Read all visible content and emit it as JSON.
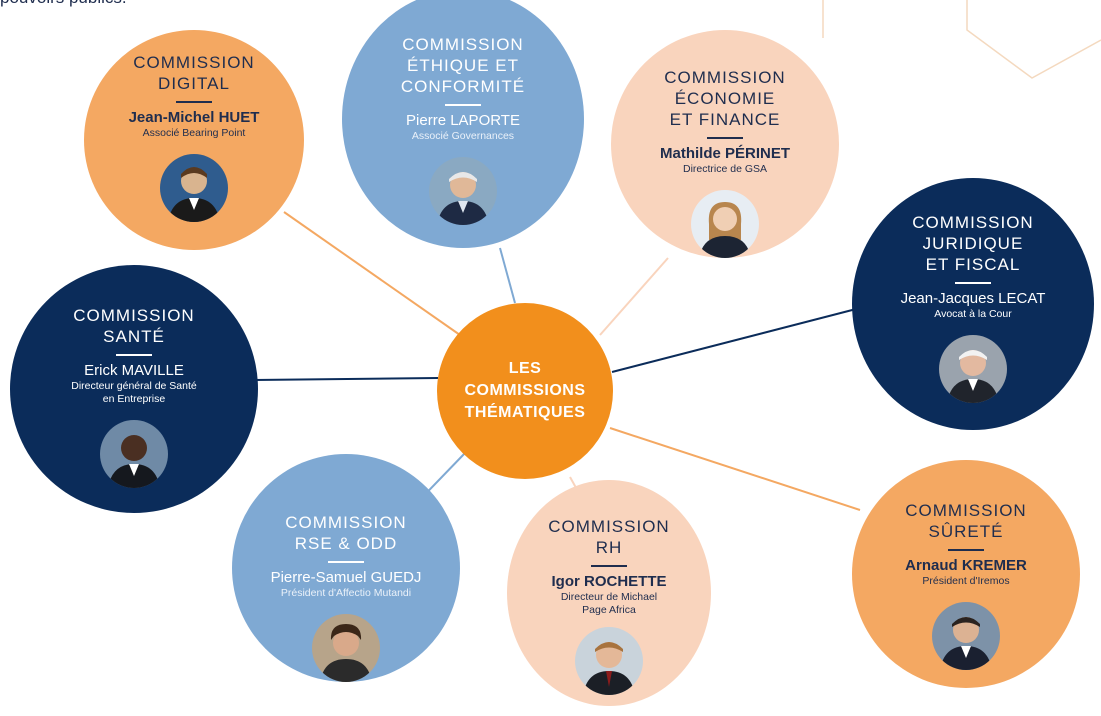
{
  "intro_text": "pouvoirs publics.",
  "center": {
    "lines": [
      "LES",
      "COMMISSIONS",
      "THÉMATIQUES"
    ]
  },
  "commissions": [
    {
      "title_lines": [
        "COMMISSION",
        "DIGITAL"
      ],
      "name": "Jean-Michel HUET",
      "role_lines": [
        "Associé Bearing Point"
      ],
      "color": "#f4a862"
    },
    {
      "title_lines": [
        "COMMISSION",
        "ÉTHIQUE ET",
        "CONFORMITÉ"
      ],
      "name": "Pierre LAPORTE",
      "role_lines": [
        "Associé Governances"
      ],
      "color": "#7fa9d3"
    },
    {
      "title_lines": [
        "COMMISSION",
        "ÉCONOMIE",
        "ET FINANCE"
      ],
      "name": "Mathilde PÉRINET",
      "role_lines": [
        "Directrice de GSA"
      ],
      "color": "#f9d4bd"
    },
    {
      "title_lines": [
        "COMMISSION",
        "JURIDIQUE",
        "ET FISCAL"
      ],
      "name": "Jean-Jacques LECAT",
      "role_lines": [
        "Avocat à la Cour"
      ],
      "color": "#0b2c5a"
    },
    {
      "title_lines": [
        "COMMISSION",
        "SANTÉ"
      ],
      "name": "Erick MAVILLE",
      "role_lines": [
        "Directeur général de Santé",
        "en Entreprise"
      ],
      "color": "#0b2c5a"
    },
    {
      "title_lines": [
        "COMMISSION",
        "RSE & ODD"
      ],
      "name": "Pierre-Samuel GUEDJ",
      "role_lines": [
        "Président d'Affectio Mutandi"
      ],
      "color": "#7fa9d3"
    },
    {
      "title_lines": [
        "COMMISSION",
        "RH"
      ],
      "name": "Igor ROCHETTE",
      "role_lines": [
        "Directeur de Michael",
        "Page Africa"
      ],
      "color": "#f9d4bd"
    },
    {
      "title_lines": [
        "COMMISSION",
        "SÛRETÉ"
      ],
      "name": "Arnaud KREMER",
      "role_lines": [
        "Président d'Iremos"
      ],
      "color": "#f4a862"
    }
  ],
  "colors": {
    "center": "#f28f1c",
    "navy": "#0b2c5a",
    "orange": "#f4a862",
    "blue": "#7fa9d3",
    "peach": "#f9d4bd"
  }
}
